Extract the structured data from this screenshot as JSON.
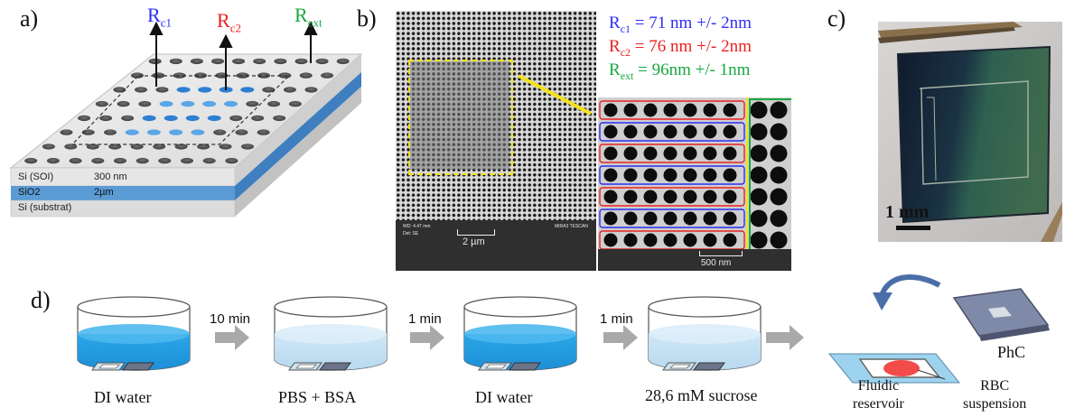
{
  "panels": {
    "a": {
      "letter": "a)",
      "radii": [
        {
          "main": "R",
          "sub": "c1",
          "color": "#2d2df5"
        },
        {
          "main": "R",
          "sub": "c2",
          "color": "#ea2020"
        },
        {
          "main": "R",
          "sub": "ext",
          "color": "#1aa640"
        }
      ],
      "layers": [
        {
          "name": "Si (SOI)",
          "thickness": "300 nm"
        },
        {
          "name": "SiO2",
          "thickness": "2µm"
        },
        {
          "name": "Si (substrat)",
          "thickness": ""
        }
      ]
    },
    "b": {
      "letter": "b)",
      "measurements": [
        {
          "main": "R",
          "sub": "c1",
          "text": " = 71 nm +/- 2nm",
          "color": "#2d2df5"
        },
        {
          "main": "R",
          "sub": "c2",
          "text": " = 76 nm +/- 2nm",
          "color": "#ea2020"
        },
        {
          "main": "R",
          "sub": "ext",
          "text": " = 96nm +/- 1nm",
          "color": "#1aa640"
        }
      ],
      "scalebar_left": "2 µm",
      "scalebar_right": "500 nm",
      "sem_footer_left": [
        "WD: 4.47 mm",
        "Det: SE"
      ],
      "sem_brand": "MIRA3 TESCAN"
    },
    "c": {
      "letter": "c)",
      "scalebar": "1 mm"
    },
    "d": {
      "letter": "d)",
      "steps": [
        "DI water",
        "PBS + BSA",
        "DI water",
        "28,6 mM sucrose"
      ],
      "times": [
        "10 min",
        "1 min",
        "1 min"
      ],
      "labels": {
        "phc": "PhC",
        "reservoir": "Fluidic\nreservoir",
        "rbc": "RBC\nsuspension"
      }
    }
  }
}
